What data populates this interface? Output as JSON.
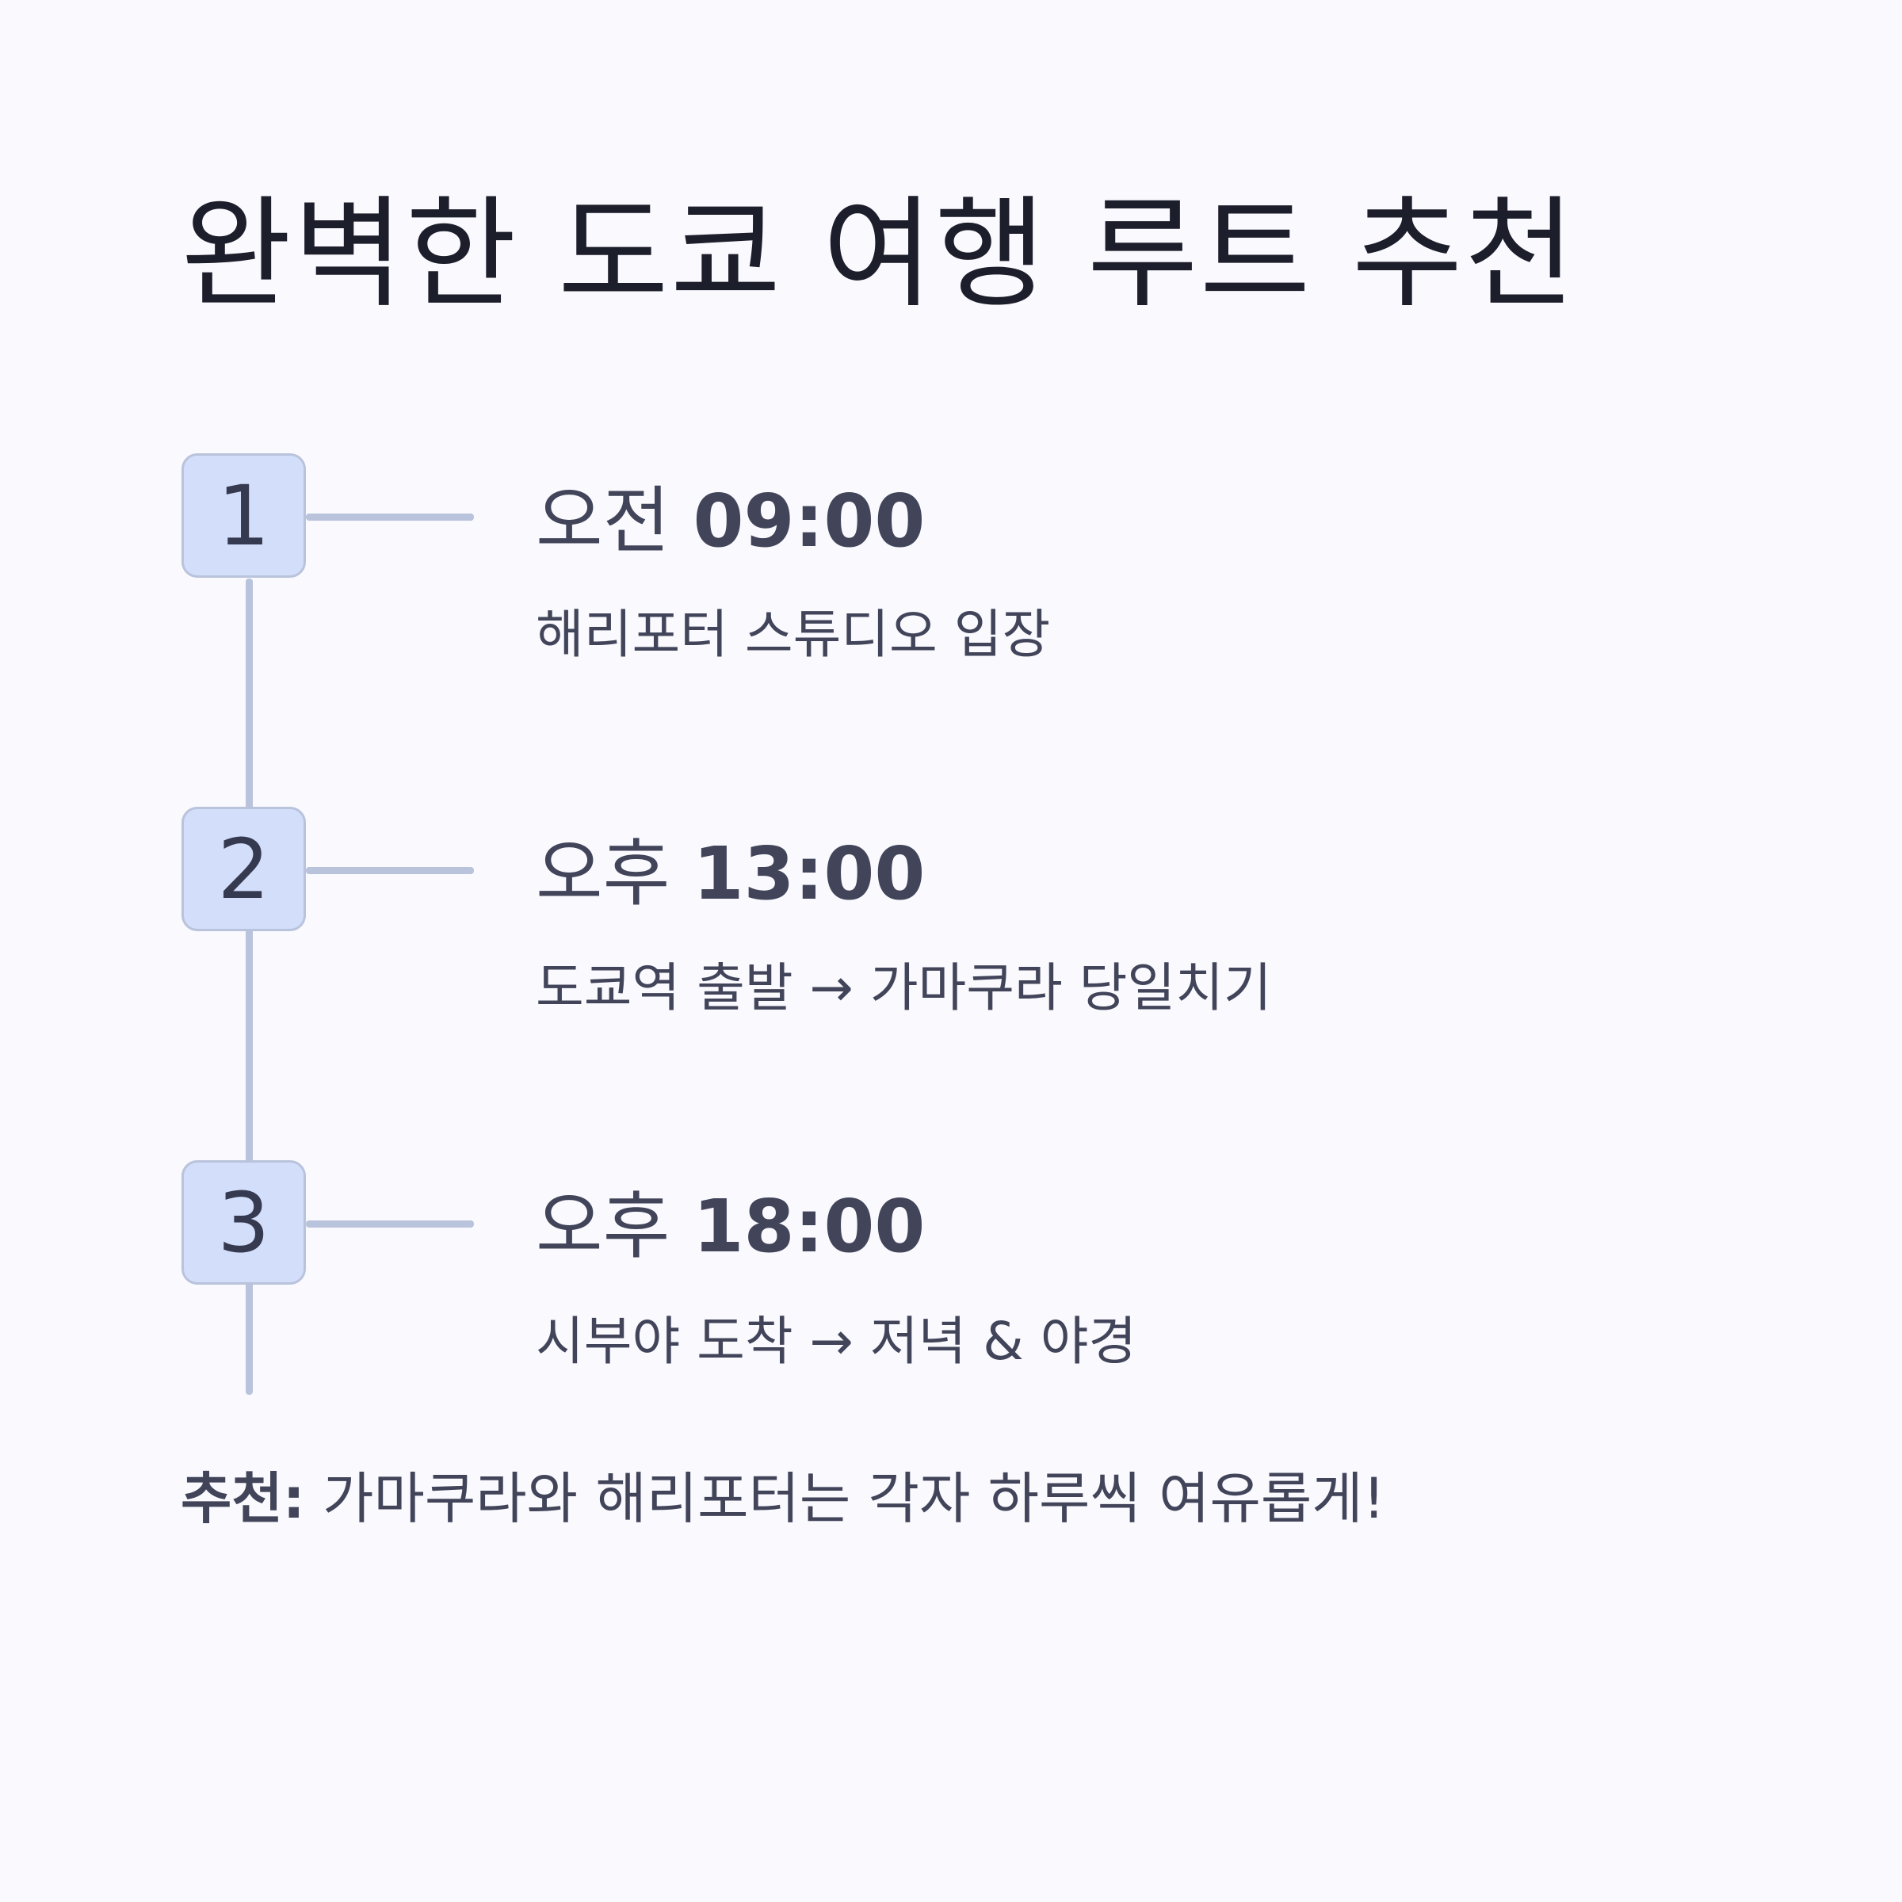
{
  "title": "완벽한 도쿄 여행 루트 추천",
  "steps": [
    {
      "number": "1",
      "period": "오전",
      "time": "09:00",
      "description": "해리포터 스튜디오 입장"
    },
    {
      "number": "2",
      "period": "오후",
      "time": "13:00",
      "description": "도쿄역 출발 → 가마쿠라 당일치기"
    },
    {
      "number": "3",
      "period": "오후",
      "time": "18:00",
      "description": "시부야 도착 → 저녁 & 야경"
    }
  ],
  "tip": {
    "label": "추천:",
    "text": "가마쿠라와 해리포터는 각자 하루씩 여유롭게!"
  },
  "colors": {
    "background": "#f9f9fe",
    "badge_fill": "#d3defa",
    "line": "#b9c3db",
    "title_text": "#1d1e2b",
    "body_text": "#42455a"
  }
}
